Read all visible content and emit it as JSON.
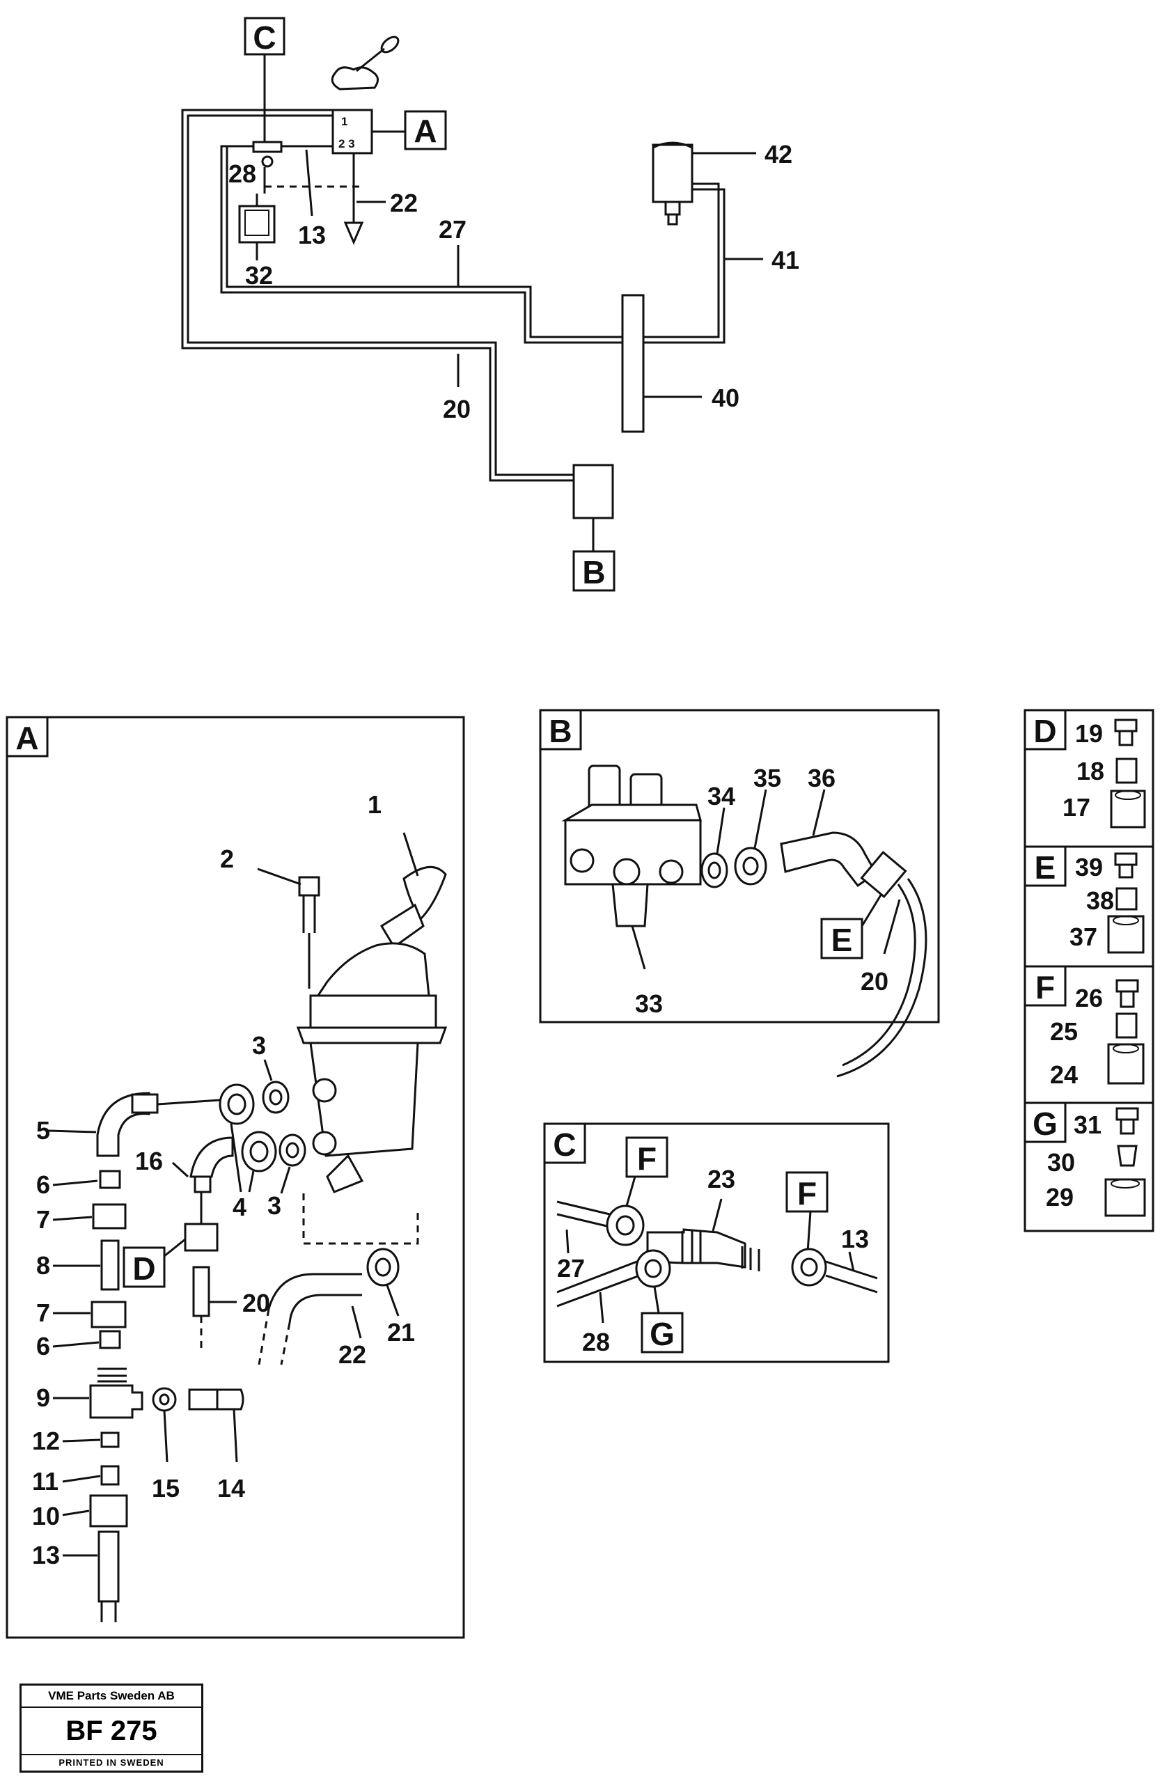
{
  "overview": {
    "tags": [
      "A",
      "B",
      "C"
    ],
    "callouts": [
      "1",
      "2 3",
      "28",
      "13",
      "22",
      "32",
      "27",
      "42",
      "41",
      "40",
      "20"
    ]
  },
  "panel_a": {
    "tag": "A",
    "callouts": [
      "1",
      "2",
      "3",
      "3",
      "4",
      "5",
      "6",
      "7",
      "8",
      "7",
      "6",
      "9",
      "12",
      "11",
      "10",
      "13",
      "16",
      "20",
      "21",
      "22",
      "15",
      "14"
    ],
    "subtag": "D"
  },
  "panel_b": {
    "tag": "B",
    "callouts": [
      "34",
      "35",
      "36",
      "33",
      "20"
    ],
    "subtag": "E"
  },
  "panel_c": {
    "tag": "C",
    "callouts": [
      "23",
      "13",
      "27",
      "28"
    ],
    "subtags": [
      "F",
      "F",
      "G"
    ]
  },
  "panel_d": {
    "tag": "D",
    "callouts": [
      "19",
      "18",
      "17"
    ]
  },
  "panel_e": {
    "tag": "E",
    "callouts": [
      "39",
      "38",
      "37"
    ]
  },
  "panel_f": {
    "tag": "F",
    "callouts": [
      "26",
      "25",
      "24"
    ]
  },
  "panel_g": {
    "tag": "G",
    "callouts": [
      "31",
      "30",
      "29"
    ]
  },
  "footer": {
    "company": "VME Parts Sweden AB",
    "code": "BF 275",
    "printed": "PRINTED IN SWEDEN"
  }
}
